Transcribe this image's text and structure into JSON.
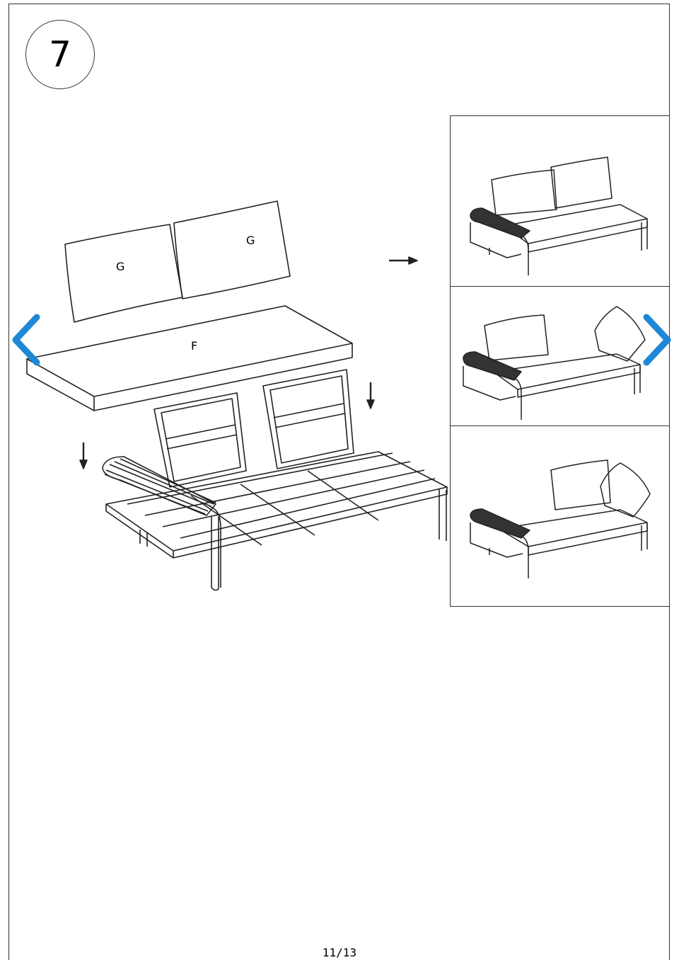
{
  "step": {
    "number": "7"
  },
  "labels": {
    "cushion_back_left": "G",
    "cushion_back_right": "G",
    "seat_cushion": "F"
  },
  "icons": {
    "prev": "chevron-left-icon",
    "next": "chevron-right-icon",
    "arrow_down": "arrow-down-icon",
    "arrow_right": "arrow-right-icon"
  },
  "colors": {
    "nav_accent": "#1e88d6",
    "line": "#222222"
  },
  "footer": {
    "page_number": "11/13"
  }
}
